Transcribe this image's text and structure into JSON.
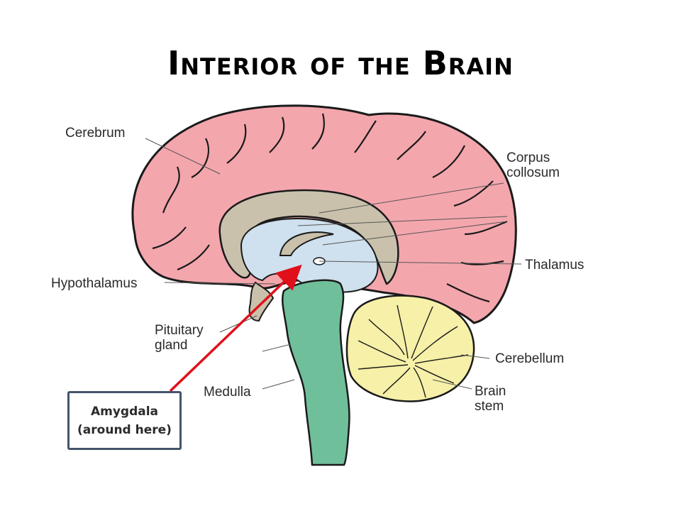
{
  "title": "Interior of the Brain",
  "labels": {
    "cerebrum": "Cerebrum",
    "corpus_line1": "Corpus",
    "corpus_line2": "collosum",
    "thalamus": "Thalamus",
    "hypothalamus": "Hypothalamus",
    "pituitary_line1": "Pituitary",
    "pituitary_line2": "gland",
    "cerebellum": "Cerebellum",
    "medulla": "Medulla",
    "brainstem_line1": "Brain",
    "brainstem_line2": "stem"
  },
  "callout": {
    "line1": "Amygdala",
    "line2": "(around here)"
  },
  "colors": {
    "cerebrum": "#f4a6ad",
    "corpus": "#c9c1ac",
    "ventricle": "#cfe0ee",
    "brainstem": "#6fbf9a",
    "cerebellum": "#f6f0a8",
    "arrow": "#e0101a",
    "callout_border": "#44546a"
  }
}
